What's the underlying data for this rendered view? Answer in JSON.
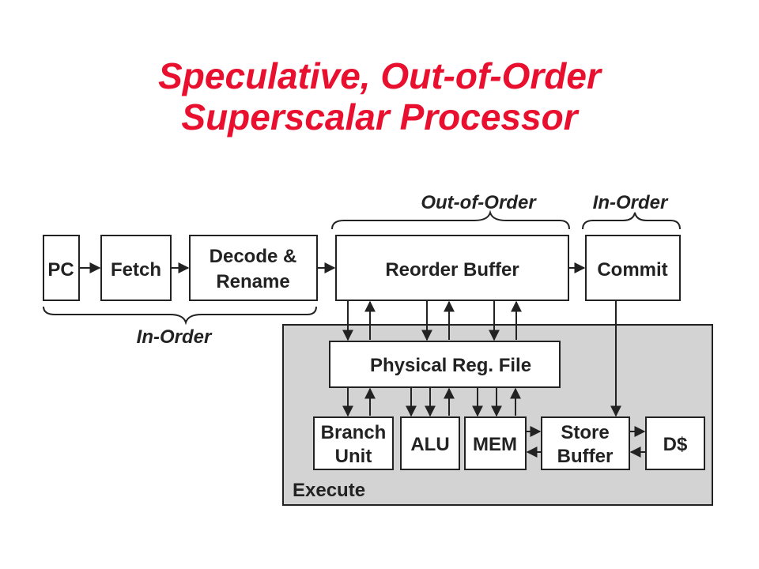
{
  "title": {
    "line1": "Speculative, Out-of-Order",
    "line2": "Superscalar Processor"
  },
  "diagram": {
    "blocks": {
      "pc": "PC",
      "fetch": "Fetch",
      "decode_line1": "Decode &",
      "decode_line2": "Rename",
      "rob": "Reorder Buffer",
      "commit": "Commit",
      "prf": "Physical Reg. File",
      "branch_line1": "Branch",
      "branch_line2": "Unit",
      "alu": "ALU",
      "mem": "MEM",
      "store_line1": "Store",
      "store_line2": "Buffer",
      "dcache": "D$"
    },
    "region_labels": {
      "in_order_front": "In-Order",
      "out_of_order": "Out-of-Order",
      "in_order_commit": "In-Order",
      "execute": "Execute"
    },
    "colors": {
      "title": "#e8102e",
      "execute_region": "#d3d3d3",
      "block_fill": "#ffffff",
      "stroke": "#222222"
    }
  }
}
